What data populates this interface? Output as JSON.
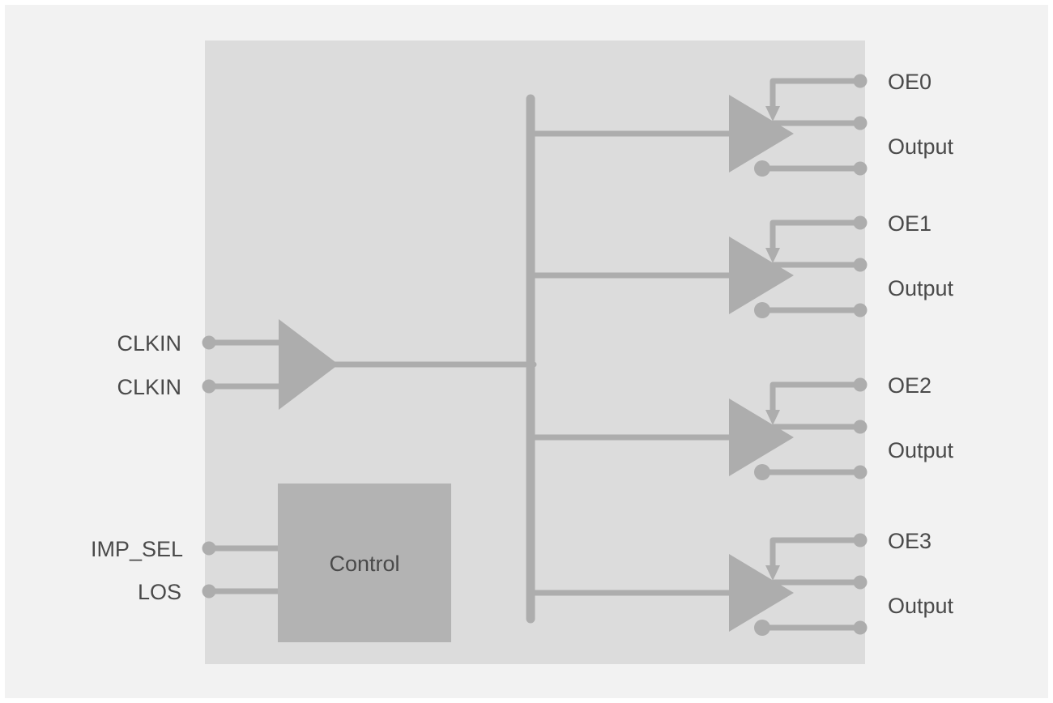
{
  "labels": {
    "clkin_top": "CLKIN",
    "clkin_bottom": "CLKIN",
    "imp_sel": "IMP_SEL",
    "los": "LOS",
    "control": "Control"
  },
  "channels": [
    {
      "oe": "OE0",
      "output": "Output"
    },
    {
      "oe": "OE1",
      "output": "Output"
    },
    {
      "oe": "OE2",
      "output": "Output"
    },
    {
      "oe": "OE3",
      "output": "Output"
    }
  ],
  "colors": {
    "canvas_bg": "#f2f2f2",
    "chip_body": "#dcdcdc",
    "wire_gray": "#adadad",
    "control_fill": "#b3b3b3",
    "label_text": "#4a4a4a"
  }
}
